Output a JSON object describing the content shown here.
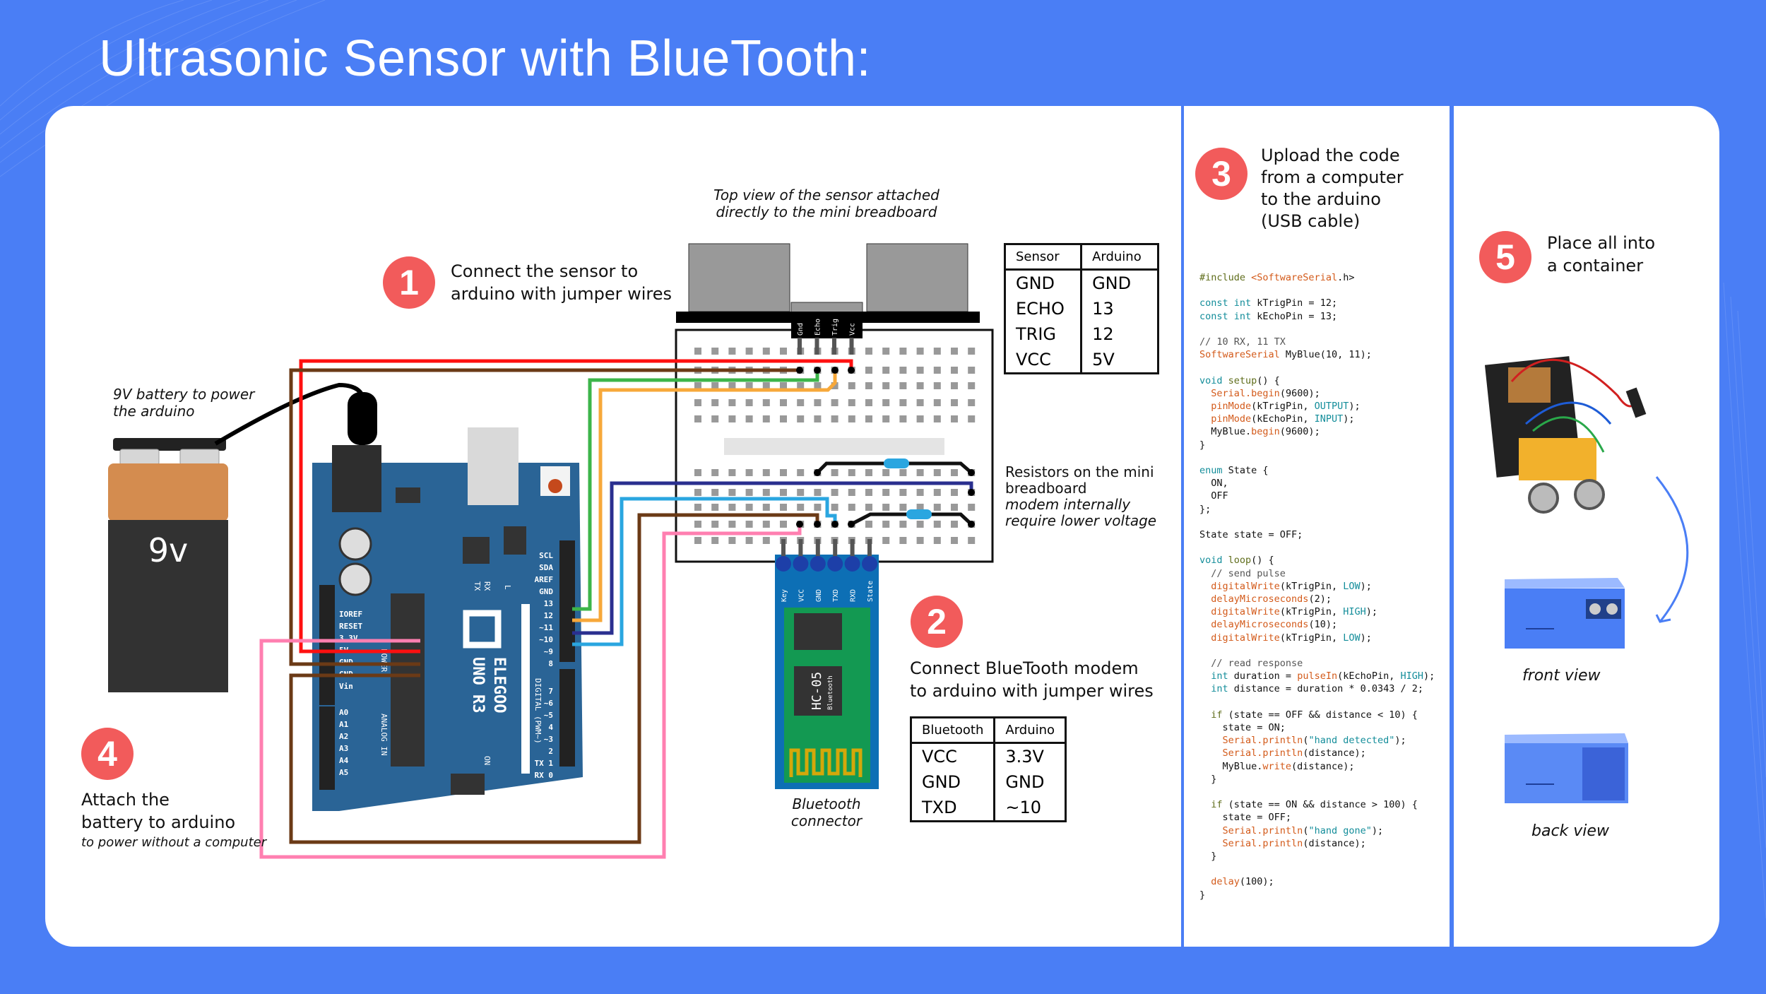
{
  "title": "Ultrasonic Sensor with BlueTooth:",
  "steps": [
    {
      "number": "1",
      "text_line1": "Connect the sensor to",
      "text_line2": "arduino with jumper wires"
    },
    {
      "number": "2",
      "text_line1": "Connect BlueTooth modem",
      "text_line2": "to arduino with jumper wires"
    },
    {
      "number": "3",
      "text_line1": "Upload the code",
      "text_line2": "from a computer",
      "text_line3": "to the arduino",
      "text_line4": "(USB cable)"
    },
    {
      "number": "4",
      "text_line1": "Attach the",
      "text_line2": "battery to arduino",
      "subtext": "to power without a computer"
    },
    {
      "number": "5",
      "text_line1": "Place all into",
      "text_line2": "a container"
    }
  ],
  "captions": {
    "sensor_top_line1": "Top view of the sensor attached",
    "sensor_top_line2": "directly to the mini breadboard",
    "battery_line1": "9V battery to power",
    "battery_line2": "the arduino",
    "resistors_line1": "Resistors on the mini",
    "resistors_line2": "breadboard",
    "resistors_italic1": "modem internally",
    "resistors_italic2": "require lower voltage",
    "bluetooth_line1": "Bluetooth",
    "bluetooth_line2": "connector",
    "front_view": "front view",
    "back_view": "back view"
  },
  "sensor_table": {
    "headers": [
      "Sensor",
      "Arduino"
    ],
    "rows": [
      [
        "GND",
        "GND"
      ],
      [
        "ECHO",
        "13"
      ],
      [
        "TRIG",
        "12"
      ],
      [
        "VCC",
        "5V"
      ]
    ]
  },
  "bluetooth_table": {
    "headers": [
      "Bluetooth",
      "Arduino"
    ],
    "rows": [
      [
        "VCC",
        "3.3V"
      ],
      [
        "GND",
        "GND"
      ],
      [
        "TXD",
        "~10"
      ]
    ]
  },
  "battery": {
    "label": "9v"
  },
  "sensor_pins": [
    "Gnd",
    "Echo",
    "Trig",
    "Vcc"
  ],
  "bt_module": {
    "model": "HC-05",
    "brand": "Bluetooth",
    "pins": [
      "Key",
      "VCC",
      "GND",
      "TXD",
      "RXD",
      "State"
    ]
  },
  "arduino": {
    "brand": "ELEGOO",
    "model": "UNO R3",
    "power_pins": [
      "IOREF",
      "RESET",
      "3.3V",
      "5V",
      "GND",
      "GND",
      "Vin"
    ],
    "analog_pins": [
      "A0",
      "A1",
      "A2",
      "A3",
      "A4",
      "A5"
    ],
    "digital_top": [
      "SCL",
      "SDA",
      "AREF",
      "GND",
      "13",
      "12",
      "~11",
      "~10",
      "~9",
      "8"
    ],
    "digital_bottom": [
      "7",
      "~6",
      "~5",
      "4",
      "~3",
      "2",
      "TX 1",
      "RX 0"
    ],
    "labels": {
      "power": "POWER",
      "analog": "ANALOG IN",
      "digital": "DIGITAL (PWM~)",
      "tx": "TX",
      "rx": "RX",
      "l": "L",
      "on": "ON"
    }
  },
  "wire_colors": {
    "vcc_5v": "#ff1010",
    "gnd": "#6b3a16",
    "echo_13": "#3cb54a",
    "trig_12": "#f7a83a",
    "rx_11": "#2a2f8f",
    "tx_10": "#2aa6e0",
    "bt_3v3": "#ff7fb0"
  },
  "colors": {
    "accent": "#4a7ef5",
    "badge": "#f25b5b",
    "board": "#2a6496"
  },
  "code": [
    [
      {
        "c": "pp",
        "t": "#include "
      },
      {
        "c": "fn",
        "t": "<SoftwareSerial"
      },
      {
        "c": "",
        "t": ".h>"
      }
    ],
    [],
    [
      {
        "c": "kw",
        "t": "const int"
      },
      {
        "c": "",
        "t": " kTrigPin = 12;"
      }
    ],
    [
      {
        "c": "kw",
        "t": "const int"
      },
      {
        "c": "",
        "t": " kEchoPin = 13;"
      }
    ],
    [],
    [
      {
        "c": "cm",
        "t": "// 10 RX, 11 TX"
      }
    ],
    [
      {
        "c": "fn",
        "t": "SoftwareSerial"
      },
      {
        "c": "",
        "t": " MyBlue(10, 11);"
      }
    ],
    [],
    [
      {
        "c": "kw",
        "t": "void "
      },
      {
        "c": "pp",
        "t": "setup"
      },
      {
        "c": "",
        "t": "() {"
      }
    ],
    [
      {
        "c": "",
        "t": "  "
      },
      {
        "c": "fn",
        "t": "Serial.begin"
      },
      {
        "c": "",
        "t": "(9600);"
      }
    ],
    [
      {
        "c": "",
        "t": "  "
      },
      {
        "c": "fn",
        "t": "pinMode"
      },
      {
        "c": "",
        "t": "(kTrigPin, "
      },
      {
        "c": "kw",
        "t": "OUTPUT"
      },
      {
        "c": "",
        "t": ");"
      }
    ],
    [
      {
        "c": "",
        "t": "  "
      },
      {
        "c": "fn",
        "t": "pinMode"
      },
      {
        "c": "",
        "t": "(kEchoPin, "
      },
      {
        "c": "kw",
        "t": "INPUT"
      },
      {
        "c": "",
        "t": ");"
      }
    ],
    [
      {
        "c": "",
        "t": "  MyBlue."
      },
      {
        "c": "fn",
        "t": "begin"
      },
      {
        "c": "",
        "t": "(9600);"
      }
    ],
    [
      {
        "c": "",
        "t": "}"
      }
    ],
    [],
    [
      {
        "c": "kw",
        "t": "enum"
      },
      {
        "c": "",
        "t": " State {"
      }
    ],
    [
      {
        "c": "",
        "t": "  ON,"
      }
    ],
    [
      {
        "c": "",
        "t": "  OFF"
      }
    ],
    [
      {
        "c": "",
        "t": "};"
      }
    ],
    [],
    [
      {
        "c": "",
        "t": "State state = OFF;"
      }
    ],
    [],
    [
      {
        "c": "kw",
        "t": "void "
      },
      {
        "c": "pp",
        "t": "loop"
      },
      {
        "c": "",
        "t": "() {"
      }
    ],
    [
      {
        "c": "cm",
        "t": "  // send pulse"
      }
    ],
    [
      {
        "c": "",
        "t": "  "
      },
      {
        "c": "fn",
        "t": "digitalWrite"
      },
      {
        "c": "",
        "t": "(kTrigPin, "
      },
      {
        "c": "kw",
        "t": "LOW"
      },
      {
        "c": "",
        "t": ");"
      }
    ],
    [
      {
        "c": "",
        "t": "  "
      },
      {
        "c": "fn",
        "t": "delayMicroseconds"
      },
      {
        "c": "",
        "t": "(2);"
      }
    ],
    [
      {
        "c": "",
        "t": "  "
      },
      {
        "c": "fn",
        "t": "digitalWrite"
      },
      {
        "c": "",
        "t": "(kTrigPin, "
      },
      {
        "c": "kw",
        "t": "HIGH"
      },
      {
        "c": "",
        "t": ");"
      }
    ],
    [
      {
        "c": "",
        "t": "  "
      },
      {
        "c": "fn",
        "t": "delayMicroseconds"
      },
      {
        "c": "",
        "t": "(10);"
      }
    ],
    [
      {
        "c": "",
        "t": "  "
      },
      {
        "c": "fn",
        "t": "digitalWrite"
      },
      {
        "c": "",
        "t": "(kTrigPin, "
      },
      {
        "c": "kw",
        "t": "LOW"
      },
      {
        "c": "",
        "t": ");"
      }
    ],
    [],
    [
      {
        "c": "cm",
        "t": "  // read response"
      }
    ],
    [
      {
        "c": "",
        "t": "  "
      },
      {
        "c": "kw",
        "t": "int"
      },
      {
        "c": "",
        "t": " duration = "
      },
      {
        "c": "fn",
        "t": "pulseIn"
      },
      {
        "c": "",
        "t": "(kEchoPin, "
      },
      {
        "c": "kw",
        "t": "HIGH"
      },
      {
        "c": "",
        "t": ");"
      }
    ],
    [
      {
        "c": "",
        "t": "  "
      },
      {
        "c": "kw",
        "t": "int"
      },
      {
        "c": "",
        "t": " distance = duration * 0.0343 / 2;"
      }
    ],
    [],
    [
      {
        "c": "",
        "t": "  "
      },
      {
        "c": "pp",
        "t": "if"
      },
      {
        "c": "",
        "t": " (state == OFF && distance < 10) {"
      }
    ],
    [
      {
        "c": "",
        "t": "    state = ON;"
      }
    ],
    [
      {
        "c": "",
        "t": "    "
      },
      {
        "c": "fn",
        "t": "Serial.println"
      },
      {
        "c": "",
        "t": "("
      },
      {
        "c": "st",
        "t": "\"hand detected\""
      },
      {
        "c": "",
        "t": ");"
      }
    ],
    [
      {
        "c": "",
        "t": "    "
      },
      {
        "c": "fn",
        "t": "Serial.println"
      },
      {
        "c": "",
        "t": "(distance);"
      }
    ],
    [
      {
        "c": "",
        "t": "    MyBlue."
      },
      {
        "c": "fn",
        "t": "write"
      },
      {
        "c": "",
        "t": "(distance);"
      }
    ],
    [
      {
        "c": "",
        "t": "  }"
      }
    ],
    [],
    [
      {
        "c": "",
        "t": "  "
      },
      {
        "c": "pp",
        "t": "if"
      },
      {
        "c": "",
        "t": " (state == ON && distance > 100) {"
      }
    ],
    [
      {
        "c": "",
        "t": "    state = OFF;"
      }
    ],
    [
      {
        "c": "",
        "t": "    "
      },
      {
        "c": "fn",
        "t": "Serial.println"
      },
      {
        "c": "",
        "t": "("
      },
      {
        "c": "st",
        "t": "\"hand gone\""
      },
      {
        "c": "",
        "t": ");"
      }
    ],
    [
      {
        "c": "",
        "t": "    "
      },
      {
        "c": "fn",
        "t": "Serial.println"
      },
      {
        "c": "",
        "t": "(distance);"
      }
    ],
    [
      {
        "c": "",
        "t": "  }"
      }
    ],
    [],
    [
      {
        "c": "",
        "t": "  "
      },
      {
        "c": "fn",
        "t": "delay"
      },
      {
        "c": "",
        "t": "(100);"
      }
    ],
    [
      {
        "c": "",
        "t": "}"
      }
    ]
  ]
}
